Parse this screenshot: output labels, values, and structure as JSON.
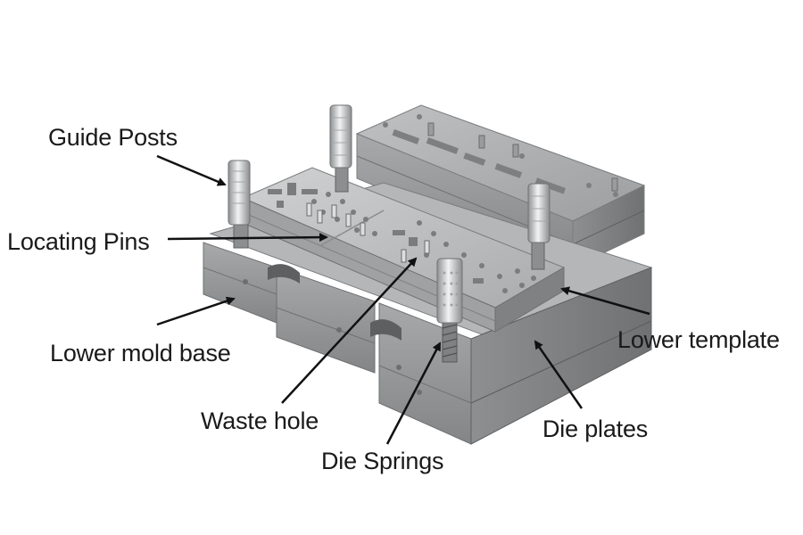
{
  "labels": {
    "guide_posts": "Guide Posts",
    "locating_pins": "Locating Pins",
    "lower_mold_base": "Lower mold base",
    "waste_hole": "Waste hole",
    "die_springs": "Die Springs",
    "lower_template": "Lower template",
    "die_plates": "Die plates"
  },
  "colors": {
    "background": "#ffffff",
    "label_text": "#1a1a1a",
    "arrow": "#111111",
    "steel_light": "#c4c6c7",
    "steel_mid": "#9a9c9e",
    "steel_dark": "#6e7072"
  }
}
